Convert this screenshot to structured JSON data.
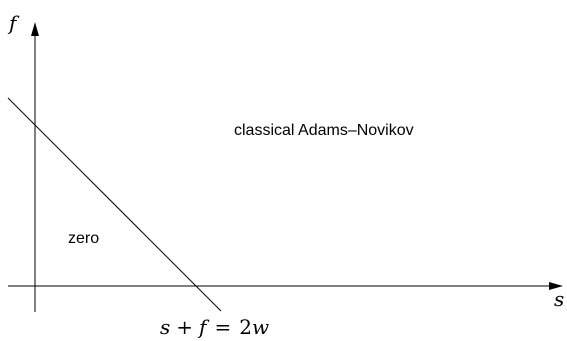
{
  "axes": {
    "vertical_label": "f",
    "horizontal_label": "s"
  },
  "regions": {
    "upper_label": "classical Adams–Novikov",
    "lower_label": "zero"
  },
  "line_equation": {
    "lhs_var1": "s",
    "plus": "+",
    "lhs_var2": "f",
    "equals": "=",
    "rhs_coefficient": "2",
    "rhs_var": "w"
  },
  "colors": {
    "ink": "#000000",
    "background": "#ffffff"
  }
}
